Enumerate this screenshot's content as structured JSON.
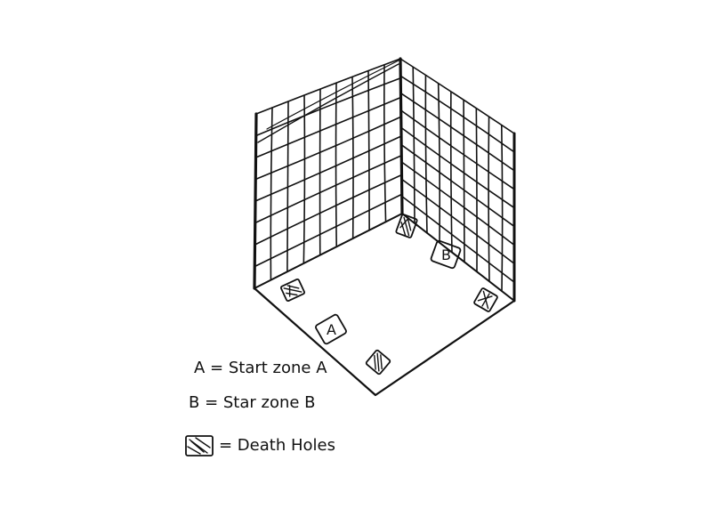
{
  "zones": {
    "a": {
      "letter": "A"
    },
    "b": {
      "letter": "B"
    }
  },
  "legend": {
    "start_a": "A = Start zone A",
    "start_b": "B = Star zone B",
    "death_holes": "= Death Holes"
  },
  "colors": {
    "ink": "#111111",
    "paper": "#ffffff"
  },
  "icons": {
    "death_hole": "hatched-square-icon"
  }
}
